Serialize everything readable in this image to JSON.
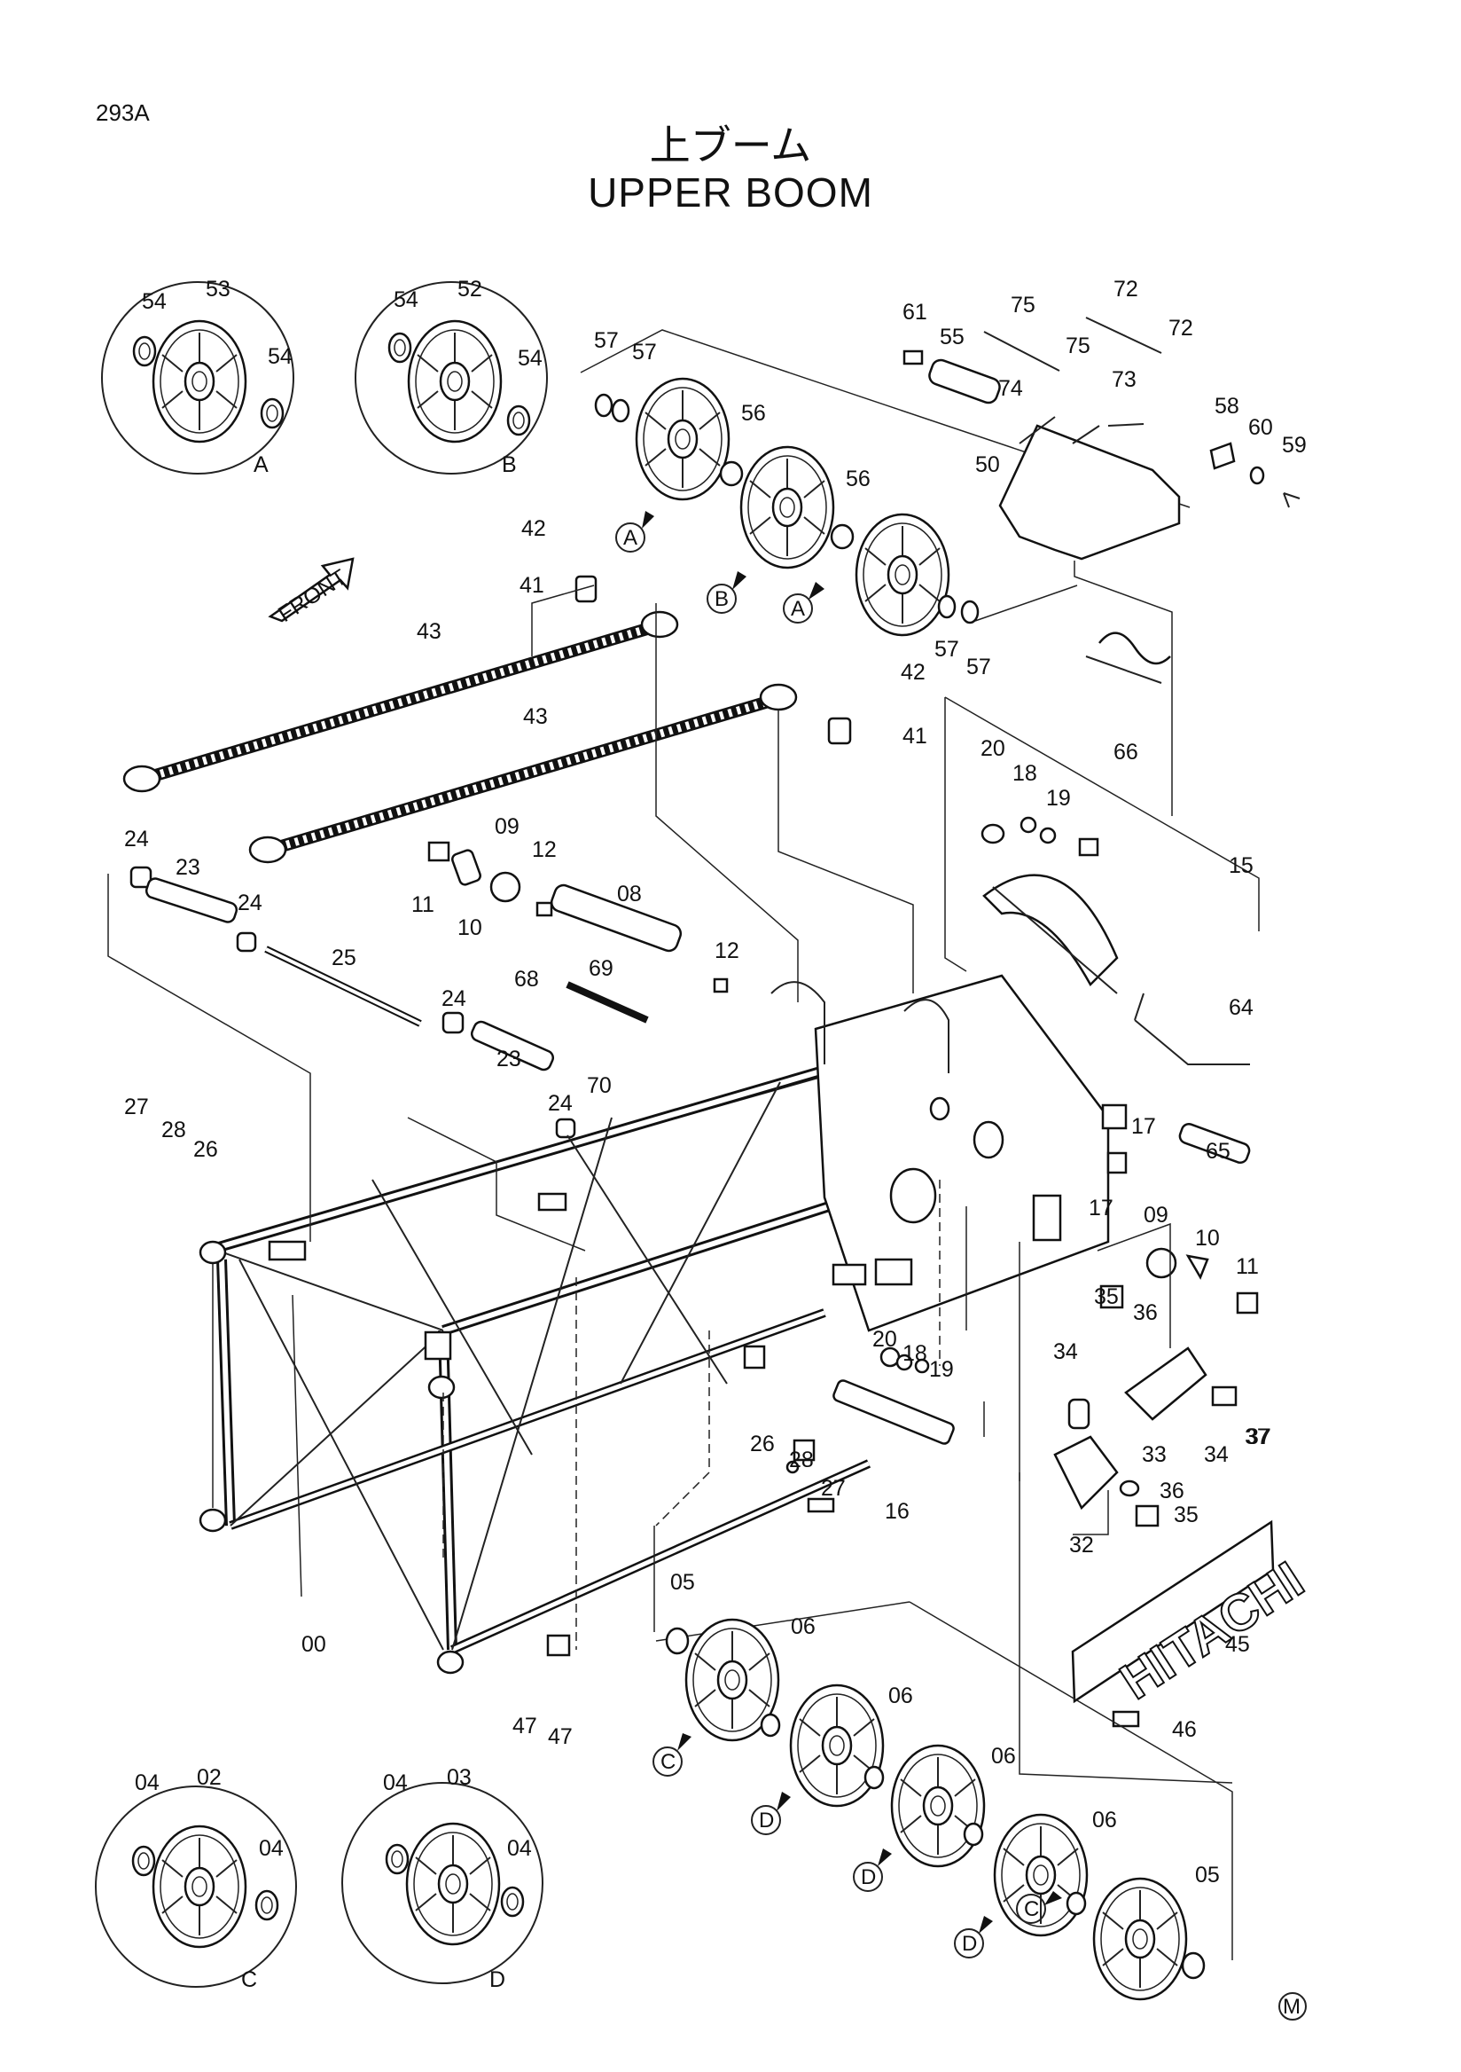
{
  "page_code": "293A",
  "title_jp": "上ブーム",
  "title_en": "UPPER BOOM",
  "front_label": "FRONT",
  "logo_text": "HITACHI",
  "corner_mark": "M",
  "detail_views": [
    {
      "ref": "A",
      "labels": [
        "54",
        "53",
        "54"
      ]
    },
    {
      "ref": "B",
      "labels": [
        "54",
        "52",
        "54"
      ]
    },
    {
      "ref": "C",
      "labels": [
        "04",
        "02",
        "04"
      ]
    },
    {
      "ref": "D",
      "labels": [
        "04",
        "03",
        "04"
      ]
    }
  ],
  "callouts": [
    "57",
    "57",
    "56",
    "56",
    "57",
    "57",
    "61",
    "75",
    "72",
    "75",
    "72",
    "55",
    "74",
    "73",
    "58",
    "60",
    "59",
    "50",
    "42",
    "41",
    "43",
    "43",
    "42",
    "41",
    "66",
    "20",
    "18",
    "19",
    "15",
    "24",
    "23",
    "24",
    "25",
    "24",
    "23",
    "24",
    "11",
    "10",
    "09",
    "12",
    "08",
    "12",
    "68",
    "69",
    "70",
    "64",
    "65",
    "27",
    "28",
    "26",
    "17",
    "17",
    "09",
    "10",
    "11",
    "35",
    "36",
    "34",
    "37",
    "33",
    "34",
    "37",
    "20",
    "18",
    "19",
    "26",
    "28",
    "27",
    "16",
    "36",
    "35",
    "32",
    "45",
    "46",
    "00",
    "47",
    "47",
    "05",
    "06",
    "06",
    "06",
    "06",
    "05"
  ],
  "sheave_refs": [
    "A",
    "B",
    "A",
    "C",
    "D",
    "D",
    "D",
    "C"
  ]
}
